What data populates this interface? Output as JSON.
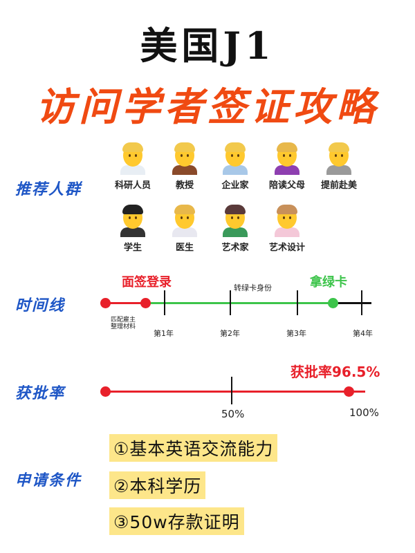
{
  "header": {
    "title": "美国J1",
    "subtitle": "访问学者签证攻略"
  },
  "sections": {
    "audience": "推荐人群",
    "timeline": "时间线",
    "approval": "获批率",
    "requirements": "申请条件"
  },
  "audience": [
    {
      "label": "科研人员",
      "icon": "scientist-icon",
      "hair": "#f2c94c",
      "body": "#e8eef4"
    },
    {
      "label": "教授",
      "icon": "teacher-icon",
      "hair": "#f2c94c",
      "body": "#8a4a2a"
    },
    {
      "label": "企业家",
      "icon": "office-worker-icon",
      "hair": "#f2c94c",
      "body": "#a8c8e8"
    },
    {
      "label": "陪读父母",
      "icon": "person-raising-hand-icon",
      "hair": "#e8b84a",
      "body": "#8e3fb0"
    },
    {
      "label": "提前赴美",
      "icon": "person-icon",
      "hair": "#f2c94c",
      "body": "#9a9a9a"
    },
    {
      "label": "学生",
      "icon": "graduate-icon",
      "hair": "#222222",
      "body": "#333333"
    },
    {
      "label": "医生",
      "icon": "health-worker-icon",
      "hair": "#e8b84a",
      "body": "#e8e8f0"
    },
    {
      "label": "艺术家",
      "icon": "artist-icon",
      "hair": "#5a3a3a",
      "body": "#3a9a5a"
    },
    {
      "label": "艺术设计",
      "icon": "woman-icon",
      "hair": "#c8905a",
      "body": "#f4c8d8"
    }
  ],
  "timeline": {
    "milestone_interview": "面签登录",
    "milestone_greencard_status": "转绿卡身份",
    "milestone_greencard": "拿绿卡",
    "prep_note_line1": "匹配雇主",
    "prep_note_line2": "整理材料",
    "years": [
      "第1年",
      "第2年",
      "第3年",
      "第4年"
    ]
  },
  "approval": {
    "label": "获批率96.5%",
    "rate_percent": 96.5,
    "tick_mid": "50%",
    "tick_end": "100%"
  },
  "requirements": [
    "①基本英语交流能力",
    "②本科学历",
    "③50w存款证明"
  ],
  "colors": {
    "red": "#e8202a",
    "green": "#3cc44a",
    "blue": "#1e56c6",
    "orange": "#f04a12",
    "highlight": "#fde68a"
  }
}
